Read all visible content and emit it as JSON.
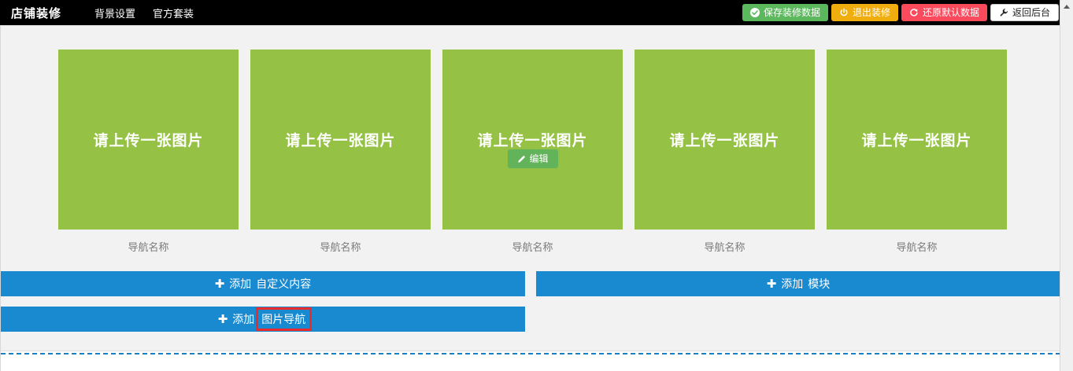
{
  "topbar": {
    "brand": "店铺装修",
    "nav_items": [
      {
        "label": "背景设置"
      },
      {
        "label": "官方套装"
      }
    ],
    "actions": [
      {
        "label": "保存装修数据",
        "icon": "check-circle-icon",
        "color": "#5cb85c"
      },
      {
        "label": "退出装修",
        "icon": "power-icon",
        "color": "#f0ad0e"
      },
      {
        "label": "还原默认数据",
        "icon": "refresh-icon",
        "color": "#fb4a5c"
      },
      {
        "label": "返回后台",
        "icon": "wrench-icon",
        "color": "#ffffff"
      }
    ]
  },
  "nav_cards": {
    "placeholder_text": "请上传一张图片",
    "label": "导航名称",
    "edit_label": "编辑",
    "card_color": "#95c144",
    "items": [
      {
        "placeholder": "请上传一张图片",
        "label": "导航名称",
        "show_edit": false
      },
      {
        "placeholder": "请上传一张图片",
        "label": "导航名称",
        "show_edit": false
      },
      {
        "placeholder": "请上传一张图片",
        "label": "导航名称",
        "show_edit": true
      },
      {
        "placeholder": "请上传一张图片",
        "label": "导航名称",
        "show_edit": false
      },
      {
        "placeholder": "请上传一张图片",
        "label": "导航名称",
        "show_edit": false
      }
    ]
  },
  "add_bars": {
    "accent_color": "#1a8ad0",
    "plus": "✚",
    "custom_content": {
      "prefix": "添加",
      "target": "自定义内容"
    },
    "module": {
      "prefix": "添加",
      "target": "模块"
    },
    "image_nav": {
      "prefix": "添加",
      "target": "图片导航",
      "highlight_color": "#ee2b2b"
    }
  }
}
